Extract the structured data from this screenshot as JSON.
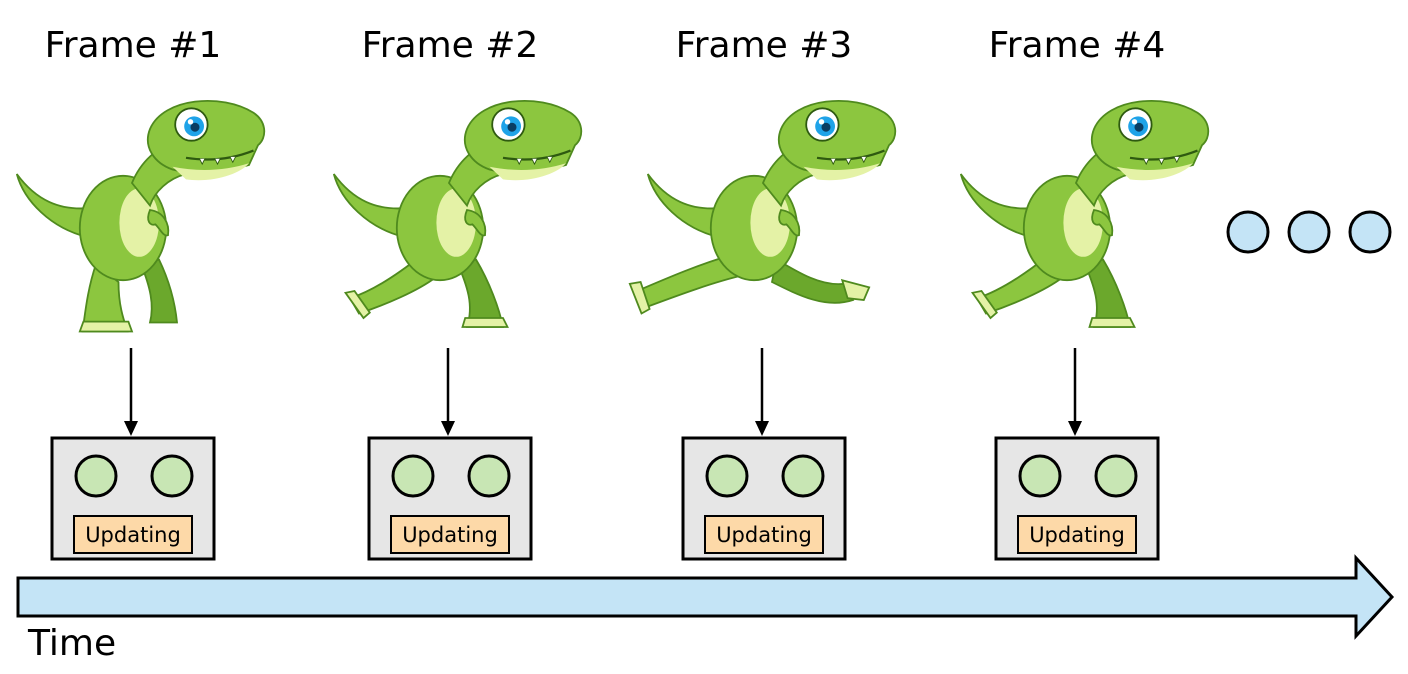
{
  "frames": [
    {
      "title": "Frame #1",
      "status": "Updating",
      "pose": "stand"
    },
    {
      "title": "Frame #2",
      "status": "Updating",
      "pose": "step"
    },
    {
      "title": "Frame #3",
      "status": "Updating",
      "pose": "stride"
    },
    {
      "title": "Frame #4",
      "status": "Updating",
      "pose": "step"
    }
  ],
  "continuation_dots": 3,
  "timeline": {
    "label": "Time"
  },
  "colors": {
    "dino_body": "#8cc63f",
    "dino_belly": "#e4f2a6",
    "dino_dark": "#4f8a1e",
    "dino_eye": "#1fa3e8",
    "device_bg": "#e6e6e6",
    "device_light": "#c8e6b4",
    "status_bg": "#fdd9a8",
    "dots": "#c4e4f6",
    "timeline": "#c4e4f6",
    "stroke": "#000000"
  }
}
